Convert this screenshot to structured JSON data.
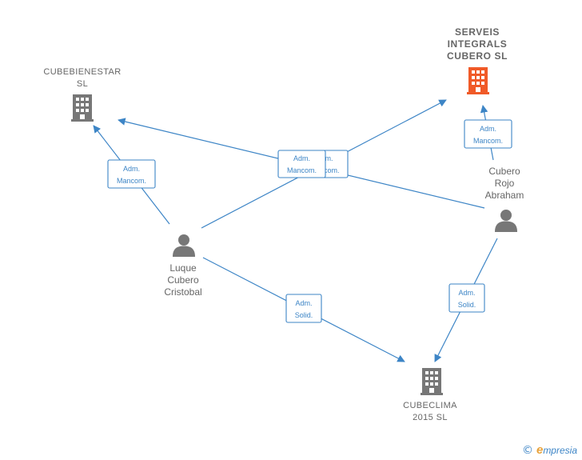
{
  "nodes": {
    "cubebienestar": {
      "label_lines": [
        "CUBEBIENESTAR",
        "SL"
      ],
      "type": "company",
      "icon": "building-icon",
      "color": "#777777"
    },
    "serveis": {
      "label_lines": [
        "SERVEIS",
        "INTEGRALS",
        "CUBERO  SL"
      ],
      "type": "company",
      "icon": "building-icon",
      "color": "#f05a28"
    },
    "cubeclima": {
      "label_lines": [
        "CUBECLIMA",
        "2015  SL"
      ],
      "type": "company",
      "icon": "building-icon",
      "color": "#777777"
    },
    "luque": {
      "label_lines": [
        "Luque",
        "Cubero",
        "Cristobal"
      ],
      "type": "person",
      "icon": "person-icon",
      "color": "#777777"
    },
    "cubero_rojo": {
      "label_lines": [
        "Cubero",
        "Rojo",
        "Abraham"
      ],
      "type": "person",
      "icon": "person-icon",
      "color": "#777777"
    }
  },
  "badges": {
    "b1": [
      "Adm.",
      "Mancom."
    ],
    "b2": [
      "Adm.",
      "Mancom."
    ],
    "b3": [
      "Adm.",
      "Mancom."
    ],
    "b4": [
      "Adm.",
      "Mancom."
    ],
    "b5": [
      "Adm.",
      "Solid."
    ],
    "b6": [
      "Adm.",
      "Solid."
    ]
  },
  "footer": {
    "copyright": "©",
    "brand_initial": "e",
    "brand_rest": "mpresia"
  }
}
